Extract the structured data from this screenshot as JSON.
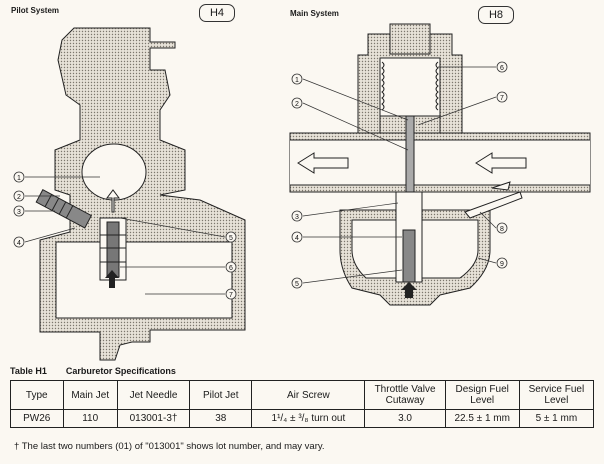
{
  "pilot": {
    "title": "Pilot System",
    "tag": "H4",
    "callouts": [
      "1",
      "2",
      "3",
      "4",
      "5",
      "6",
      "7"
    ]
  },
  "main": {
    "title": "Main System",
    "tag": "H8",
    "callouts": [
      "1",
      "2",
      "3",
      "4",
      "5",
      "6",
      "7",
      "8",
      "9"
    ]
  },
  "table": {
    "id": "Table H1",
    "title": "Carburetor Specifications",
    "headers": [
      "Type",
      "Main Jet",
      "Jet Needle",
      "Pilot Jet",
      "Air Screw",
      "Throttle Valve Cutaway",
      "Design Fuel Level",
      "Service Fuel Level"
    ],
    "row": [
      "PW26",
      "110",
      "013001-3†",
      "38",
      "1¹/₄ ± ³/₈ turn out",
      "3.0",
      "22.5 ± 1 mm",
      "5 ± 1 mm"
    ]
  },
  "footnote": "†  The last two numbers (01) of \"013001\" shows lot number, and may vary.",
  "colors": {
    "stipple": "#bdb7ac",
    "line": "#222222",
    "paper": "#fbf8f2"
  }
}
